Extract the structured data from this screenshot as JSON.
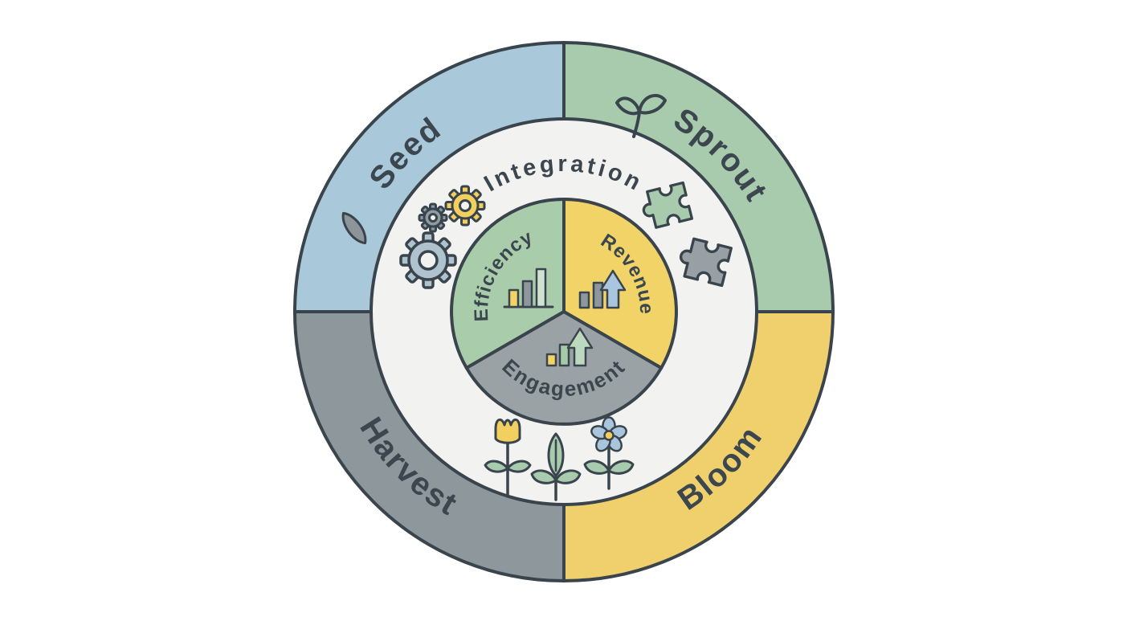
{
  "diagram": {
    "background": "#FFFFFF",
    "outline_color": "#3A444D",
    "text_color": "#3C464E",
    "outer_ring": [
      {
        "label": "Seed",
        "color": "#A9C8D9",
        "icon": "seed-icon"
      },
      {
        "label": "Sprout",
        "color": "#A8CBAD",
        "icon": "seedling-icon"
      },
      {
        "label": "Harvest",
        "color": "#8E979B"
      },
      {
        "label": "Bloom",
        "color": "#F0D06C"
      }
    ],
    "middle_ring": {
      "label": "Integration",
      "fill": "#F2F2F1",
      "icons": [
        "gears-icon",
        "puzzle-pieces-icon",
        "flowers-icon"
      ]
    },
    "inner_circle": [
      {
        "label": "Efficiency",
        "color": "#A9CDAB",
        "icon": "bar-chart-icon"
      },
      {
        "label": "Revenue",
        "color": "#F2D368",
        "icon": "bar-chart-up-arrow-icon"
      },
      {
        "label": "Engagement",
        "color": "#9AA2A6",
        "icon": "bar-chart-up-arrow-icon"
      }
    ],
    "palette": {
      "yellow": "#F2CF5E",
      "bar_yellow": "#F2D368",
      "green": "#A8CBAD",
      "bar_green": "#A5CBA8",
      "arrow_green": "#BCD8BE",
      "gear_blue": "#AFC3CF",
      "gear_gray": "#8F9BA3",
      "puzzle_green": "#A8CBAD",
      "puzzle_gray": "#989FA5",
      "seed_gray": "#8E959A",
      "flower_blue": "#A9C4DD",
      "bar_gray": "#8E979D",
      "arrow_blue": "#A9C6DE"
    }
  }
}
